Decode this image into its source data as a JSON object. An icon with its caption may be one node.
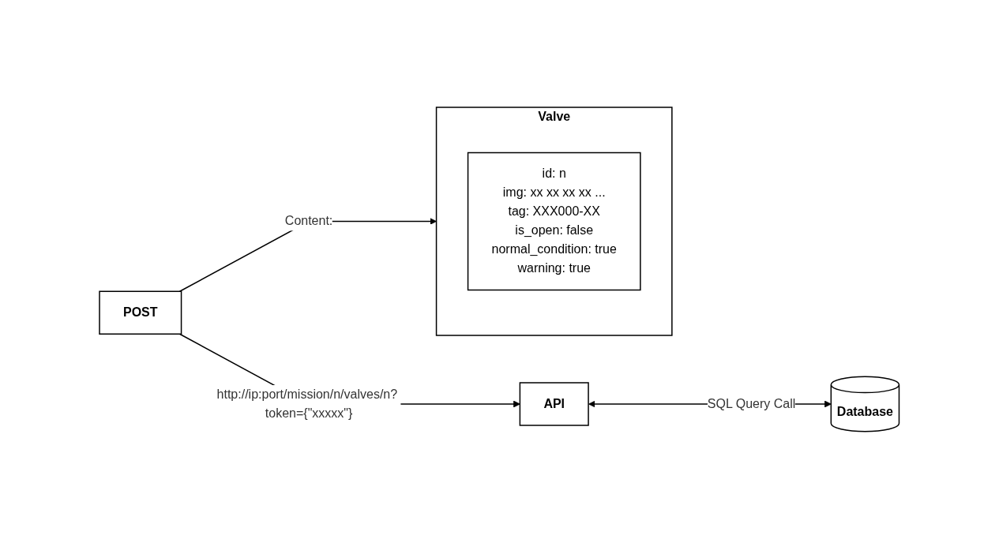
{
  "diagram": {
    "nodes": [
      {
        "text": [
          "POST"
        ]
      },
      {
        "text": [
          "API"
        ]
      },
      {
        "text": [
          "Valve"
        ]
      },
      {
        "text": [
          "id: n",
          "img: xx xx xx xx ...",
          "tag: XXX000-XX",
          "is_open: false",
          "normal_condition: true",
          "warning: true"
        ],
        "in": 2
      },
      {
        "text": [
          "Database"
        ]
      }
    ],
    "edges": [
      {
        "from": 0,
        "to": 1,
        "arrow": "to",
        "label": "http://ip:port/mission/n/valves/n? token={\"xxxxx\"}"
      },
      {
        "from": 0,
        "to": 2,
        "arrow": "to",
        "label": "Content:"
      },
      {
        "from": 1,
        "to": 4,
        "arrow": "both",
        "label": "SQL Query Call"
      }
    ]
  }
}
